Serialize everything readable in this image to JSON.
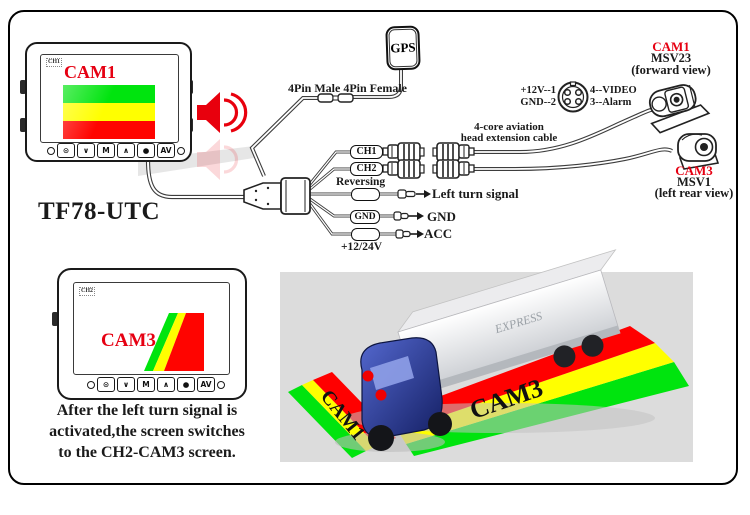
{
  "title": "TF78-UTC",
  "monitor1": {
    "chip": "CH1",
    "cam": "CAM1",
    "buttons": [
      "⊙",
      "∨",
      "M",
      "∧",
      "●",
      "AV"
    ]
  },
  "monitor2": {
    "chip": "CH2",
    "cam": "CAM3",
    "buttons": [
      "⊙",
      "∨",
      "M",
      "∧",
      "●",
      "AV"
    ]
  },
  "caption": {
    "line1": "After the left turn signal is",
    "line2": "activated,the screen switches",
    "line3": "to the CH2-CAM3 screen."
  },
  "gps_label": "GPS",
  "pin_label": "4Pin Male 4Pin Female",
  "pinout": {
    "p1": "+12V--1",
    "p2": "GND--2",
    "p4": "4--VIDEO",
    "p3": "3--Alarm"
  },
  "extension": {
    "line1": "4-core aviation",
    "line2": "head extension cable"
  },
  "harness": {
    "ch1": "CH1",
    "ch2": "CH2",
    "reversing": "Reversing",
    "left_turn": "Left turn signal",
    "gnd_tag": "GND",
    "gnd": "GND",
    "power": "+12/24V",
    "acc": "ACC"
  },
  "cam1": {
    "name": "CAM1",
    "model": "MSV23",
    "view": "(forward view)"
  },
  "cam3": {
    "name": "CAM3",
    "model": "MSV1",
    "view": "(left rear view)"
  },
  "truck": {
    "zone_front": "CAM1",
    "zone_side": "CAM3",
    "trailer_text": "EXPRESS"
  },
  "colors": {
    "accent_red": "#e60012",
    "zone_green": "#00e40e",
    "zone_yellow": "#ffff00",
    "zone_red": "#ff0000"
  }
}
